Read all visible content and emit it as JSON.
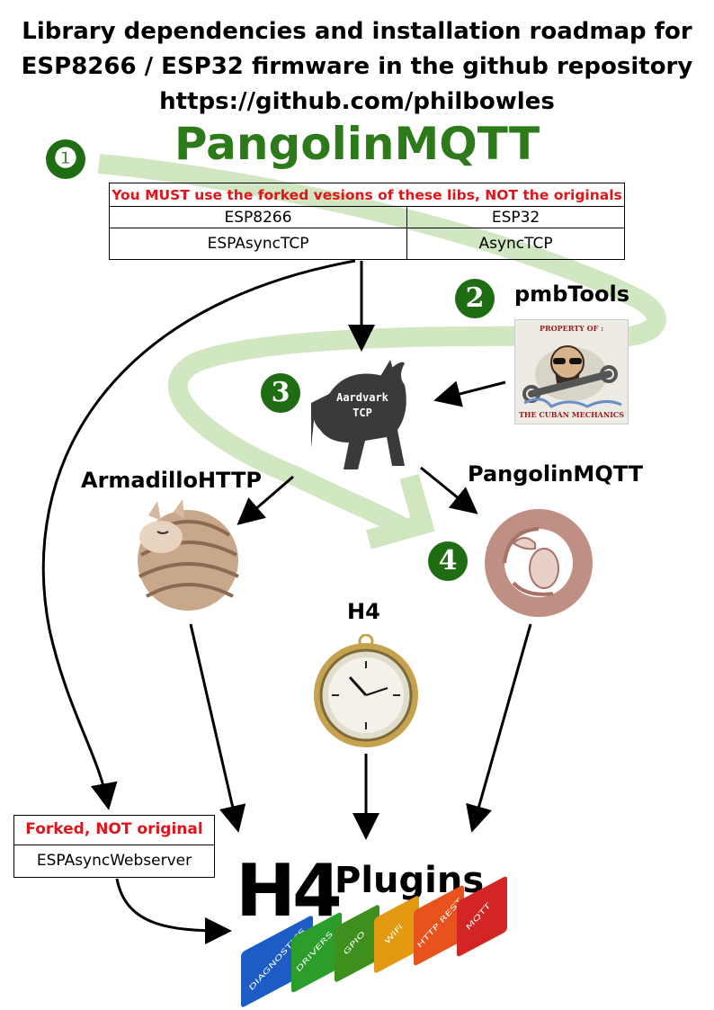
{
  "header": {
    "line1": "Library dependencies and installation roadmap for",
    "line2": "ESP8266 / ESP32 firmware in the github repository",
    "line3": "https://github.com/philbowles",
    "big_name": "PangolinMQTT"
  },
  "lib_table": {
    "warning": "You MUST use the forked vesions of these libs, NOT the originals",
    "col1_header": "ESP8266",
    "col2_header": "ESP32",
    "col1_value": "ESPAsyncTCP",
    "col2_value": "AsyncTCP"
  },
  "steps": [
    "❶",
    "2",
    "3",
    "4"
  ],
  "nodes": {
    "pmbtools": "pmbTools",
    "pmbtools_stamp_top": "PROPERTY OF :",
    "pmbtools_stamp_bottom": "THE CUBAN MECHANICS",
    "aardvark_line1": "Aardvark",
    "aardvark_line2": "TCP",
    "armadillo": "ArmadilloHTTP",
    "pangolin": "PangolinMQTT",
    "h4": "H4"
  },
  "forked_box": {
    "header": "Forked, NOT original",
    "value": "ESPAsyncWebserver"
  },
  "h4plugins": {
    "big": "H4",
    "word": "Plugins",
    "bricks": [
      "DIAGNOSTICS",
      "DRIVERS",
      "GPIO",
      "WiFi",
      "HTTP REST",
      "MQTT"
    ]
  },
  "colors": {
    "step_green": "#1f6d12",
    "title_green": "#2d7a1a",
    "warning_red": "#e1141a",
    "route_green": "#cfe6bf",
    "bricks": [
      "#1c5cc4",
      "#2a9d2a",
      "#3f8f1f",
      "#e39a12",
      "#e8521c",
      "#d42525"
    ]
  }
}
